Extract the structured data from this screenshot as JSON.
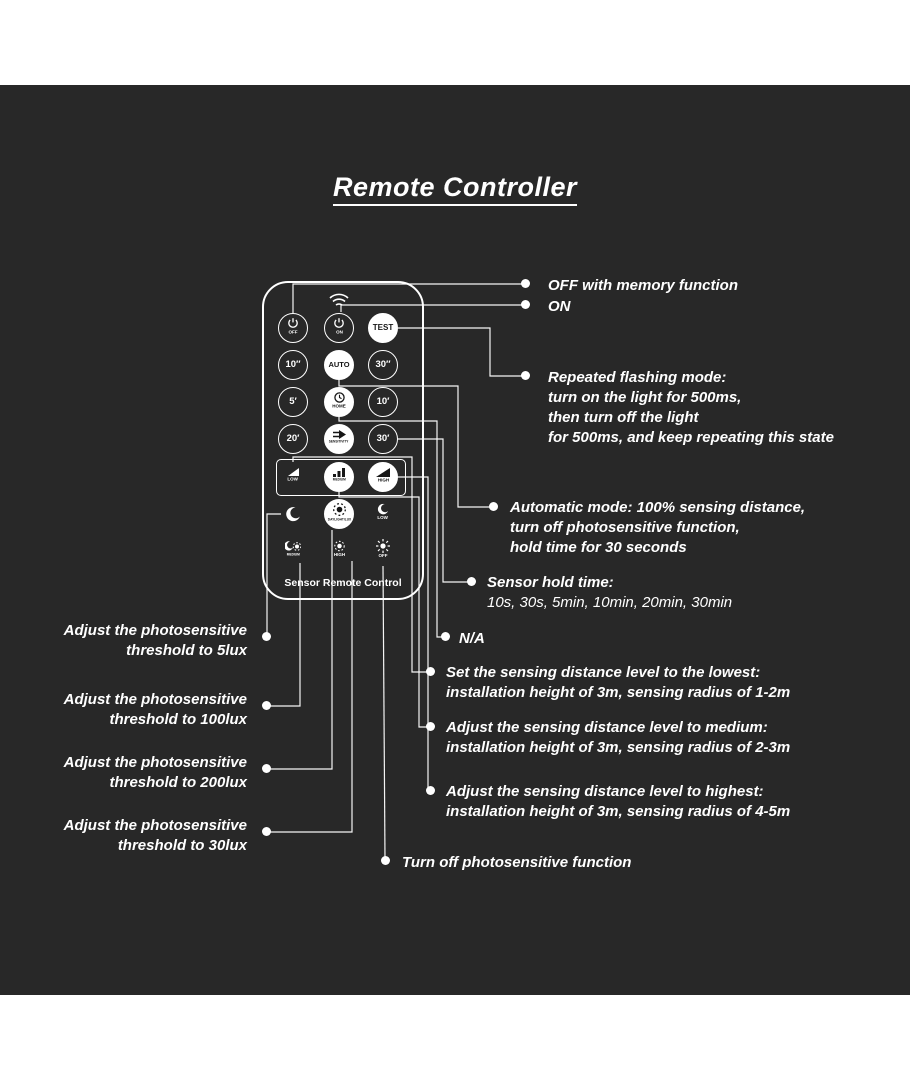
{
  "title": "Remote Controller",
  "colors": {
    "background": "#282828",
    "foreground": "#ffffff"
  },
  "remote": {
    "footer_label": "Sensor Remote Control",
    "buttons": {
      "off": "OFF",
      "on": "ON",
      "test": "TEST",
      "t10s": "10″",
      "auto": "AUTO",
      "t30s": "30″",
      "t5m": "5′",
      "home": "HOME",
      "t10m": "10′",
      "t20m": "20′",
      "sensitivity": "SENSITIVITY",
      "t30m": "30′",
      "dist_low": "LOW",
      "dist_medium": "MEDIUM",
      "dist_high": "HIGH",
      "lux_daylight": "DAYLIGHT/LUX",
      "lux_low": "LOW",
      "lux_medium": "MEDIUM",
      "lux_high": "HIGH",
      "lux_off": "OFF"
    }
  },
  "annotations_right": [
    {
      "lines": [
        "OFF with memory function"
      ]
    },
    {
      "lines": [
        "ON"
      ]
    },
    {
      "lines": [
        "Repeated flashing mode:",
        "turn on the light for 500ms,",
        "then turn off the light",
        "for 500ms, and keep repeating this state"
      ]
    },
    {
      "lines": [
        "Automatic mode: 100% sensing distance,",
        "turn off photosensitive function,",
        "hold time for 30 seconds"
      ]
    },
    {
      "lines": [
        "Sensor hold time:",
        "10s, 30s, 5min, 10min, 20min, 30min"
      ]
    },
    {
      "lines": [
        "N/A"
      ]
    },
    {
      "lines": [
        "Set the sensing distance level to the lowest:",
        "installation height of 3m, sensing radius of 1-2m"
      ]
    },
    {
      "lines": [
        "Adjust the sensing distance level to medium:",
        "installation height of 3m, sensing radius of 2-3m"
      ]
    },
    {
      "lines": [
        "Adjust the sensing distance level to highest:",
        "installation height of 3m, sensing radius of 4-5m"
      ]
    },
    {
      "lines": [
        "Turn off photosensitive function"
      ]
    }
  ],
  "annotations_left": [
    {
      "lines": [
        "Adjust the photosensitive",
        "threshold to 5lux"
      ]
    },
    {
      "lines": [
        "Adjust the photosensitive",
        "threshold to 100lux"
      ]
    },
    {
      "lines": [
        "Adjust the photosensitive",
        "threshold to 200lux"
      ]
    },
    {
      "lines": [
        "Adjust the photosensitive",
        "threshold to 30lux"
      ]
    }
  ]
}
